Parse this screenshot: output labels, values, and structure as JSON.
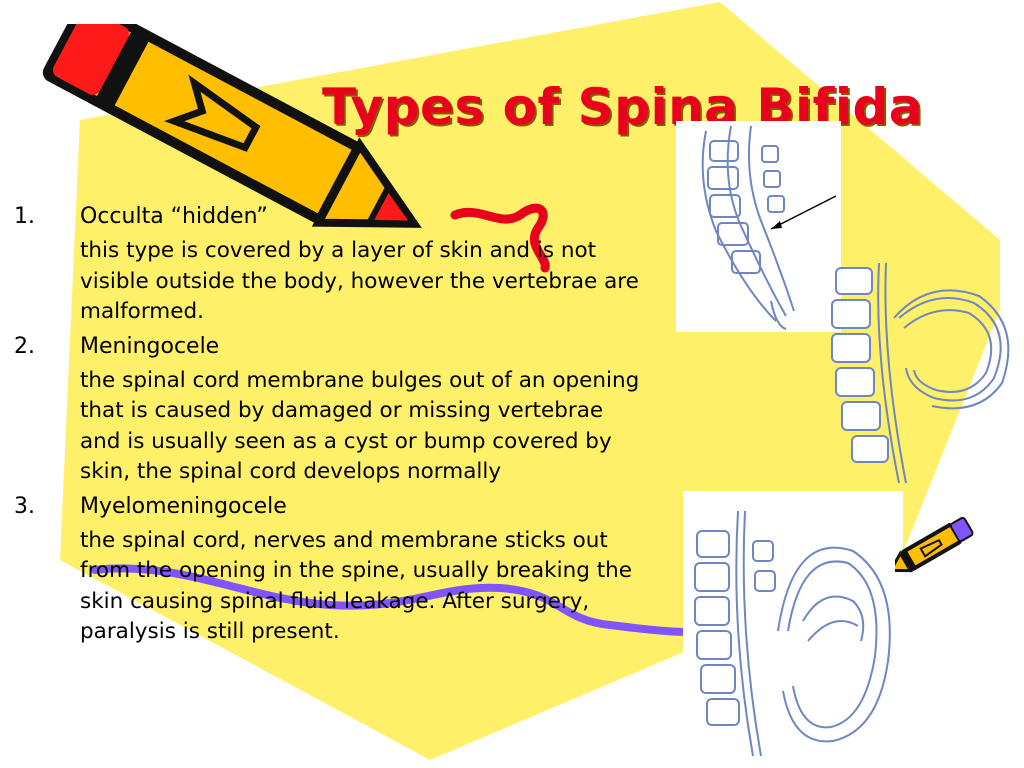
{
  "slide": {
    "title": "Types of Spina Bifida",
    "items": [
      {
        "number": "1.",
        "heading": "Occulta “hidden”",
        "description": "this type is covered by a layer of skin and is not visible outside the body, however the vertebrae are malformed."
      },
      {
        "number": "2.",
        "heading": "Meningocele",
        "description": "the spinal cord membrane bulges out of an opening that is caused by damaged or missing vertebrae and is usually seen as a cyst or bump covered by skin, the spinal cord develops normally"
      },
      {
        "number": "3.",
        "heading": "Myelomeningocele",
        "description": "the spinal cord, nerves and membrane sticks out from the opening in the spine, usually breaking the skin causing spinal fluid leakage. After surgery, paralysis is still present."
      }
    ]
  },
  "colors": {
    "background_shape": "#fff06a",
    "title": "#e8001c",
    "pencil_body": "#ffbf00",
    "pencil_eraser": "#ff1a1a",
    "squiggle_red": "#e8001c",
    "squiggle_purple": "#8055ff",
    "diagram_line": "#6f86c0"
  },
  "icons": [
    "pencil-clipart-icon",
    "small-pencil-clipart-icon",
    "spine-diagram-occulta",
    "spine-diagram-meningocele",
    "spine-diagram-myelomeningocele"
  ]
}
